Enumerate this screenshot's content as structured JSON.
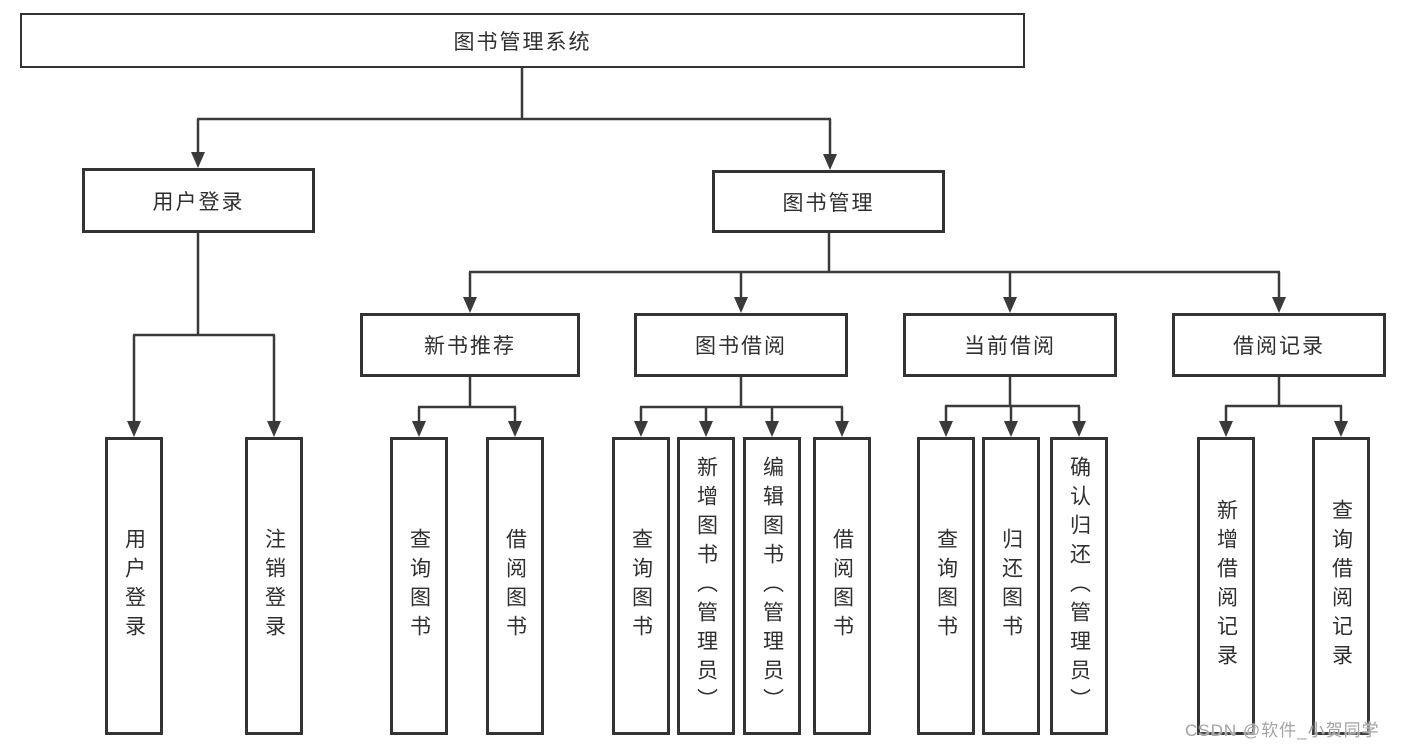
{
  "diagram": {
    "root": {
      "label": "图书管理系统"
    },
    "level2": [
      {
        "label": "用户登录",
        "children": [
          {
            "label": "用户登录"
          },
          {
            "label": "注销登录"
          }
        ]
      },
      {
        "label": "图书管理",
        "children": [
          {
            "label": "新书推荐",
            "children": [
              {
                "label": "查询图书"
              },
              {
                "label": "借阅图书"
              }
            ]
          },
          {
            "label": "图书借阅",
            "children": [
              {
                "label": "查询图书"
              },
              {
                "label": "新增图书（管理员）"
              },
              {
                "label": "编辑图书（管理员）"
              },
              {
                "label": "借阅图书"
              }
            ]
          },
          {
            "label": "当前借阅",
            "children": [
              {
                "label": "查询图书"
              },
              {
                "label": "归还图书"
              },
              {
                "label": "确认归还（管理员）"
              }
            ]
          },
          {
            "label": "借阅记录",
            "children": [
              {
                "label": "新增借阅记录"
              },
              {
                "label": "查询借阅记录"
              }
            ]
          }
        ]
      }
    ]
  },
  "watermark": {
    "text": "CSDN @软件_小贺同学"
  },
  "colors": {
    "line": "#3a3a3a",
    "box_border": "#333333",
    "text": "#2f2f2f",
    "watermark": "#a3a3a3",
    "background": "#ffffff"
  }
}
